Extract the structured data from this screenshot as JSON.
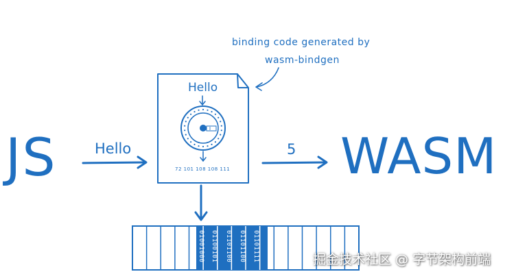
{
  "labels": {
    "js": "JS",
    "wasm": "WASM",
    "hello_input": "Hello",
    "result": "5",
    "note_line1": "binding code generated by",
    "note_line2": "wasm-bindgen",
    "doc_hello": "Hello",
    "char_codes": "72  101  108  108  111"
  },
  "memory_bytes": [
    "01001000",
    "01100101",
    "01101100",
    "01101100",
    "01101111"
  ],
  "watermark": "掘金技术社区 @ 字节架构前端",
  "colors": {
    "ink": "#1f6fc0",
    "memory_fill": "#1f6fc0",
    "paper": "#ffffff"
  }
}
